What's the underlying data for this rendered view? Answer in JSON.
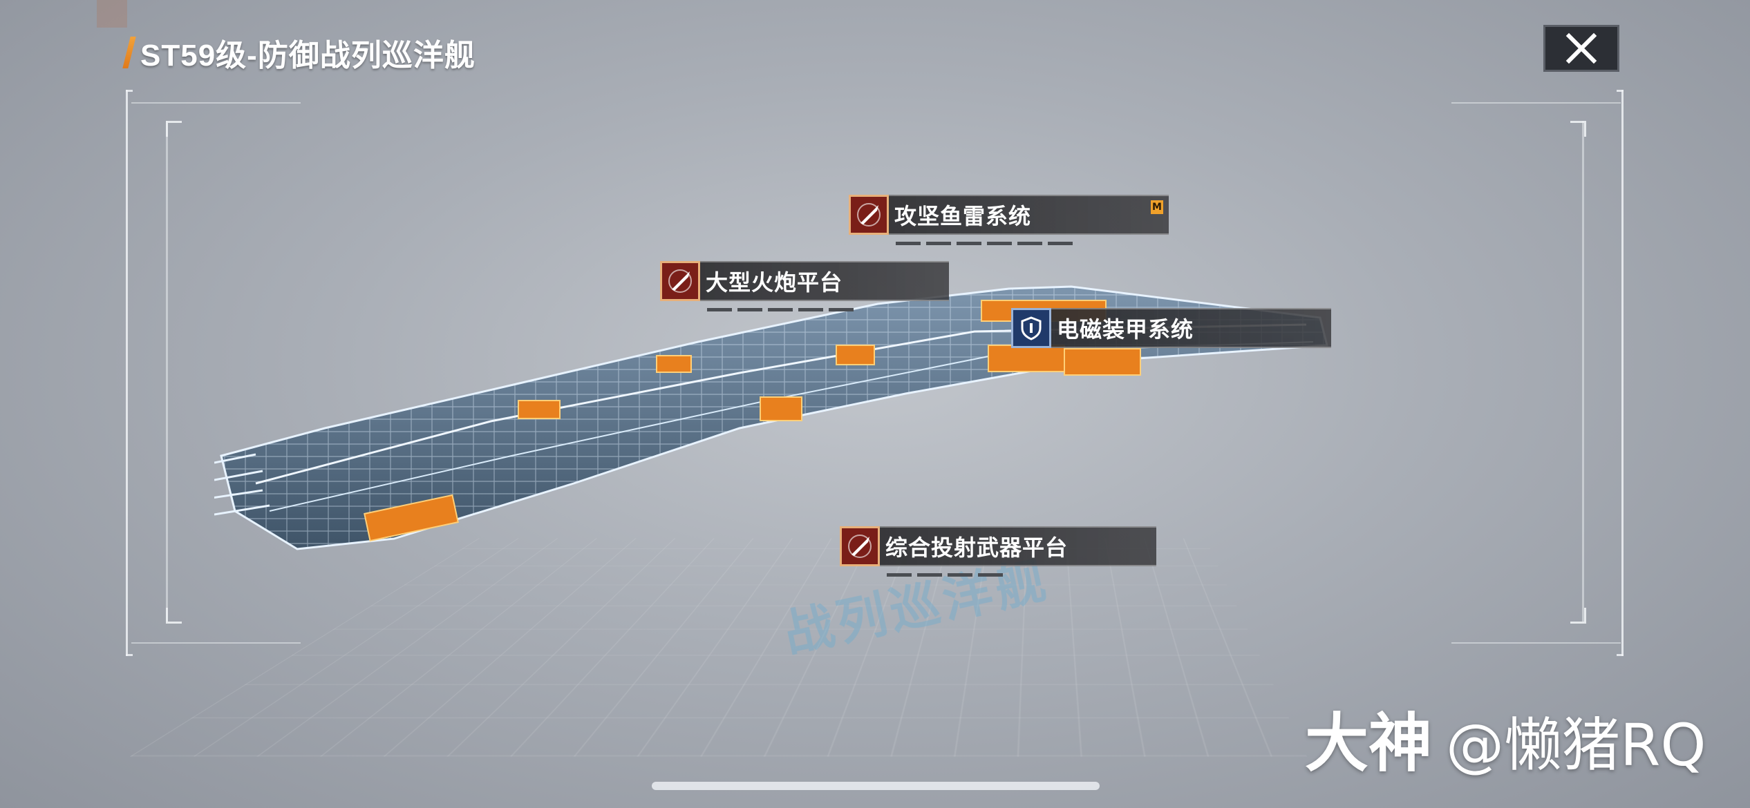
{
  "header": {
    "title": "ST59级-防御战列巡洋舰",
    "close_icon": "close-x-icon"
  },
  "callouts": [
    {
      "id": "torpedo",
      "label": "攻坚鱼雷系统",
      "icon": "missile-icon",
      "badge": "M"
    },
    {
      "id": "cannon",
      "label": "大型火炮平台",
      "icon": "missile-icon"
    },
    {
      "id": "armor",
      "label": "电磁装甲系统",
      "icon": "shield-icon"
    },
    {
      "id": "weapon",
      "label": "综合投射武器平台",
      "icon": "missile-icon"
    }
  ],
  "background_text": "战列巡洋舰",
  "watermark": {
    "brand": "大神",
    "handle": "@懒猪RQ"
  },
  "colors": {
    "accent_orange": "#f2a23a",
    "weapon_icon_bg": "#7a1e18",
    "armor_icon_bg": "#203a6a",
    "label_bg": "#2d2d30"
  }
}
